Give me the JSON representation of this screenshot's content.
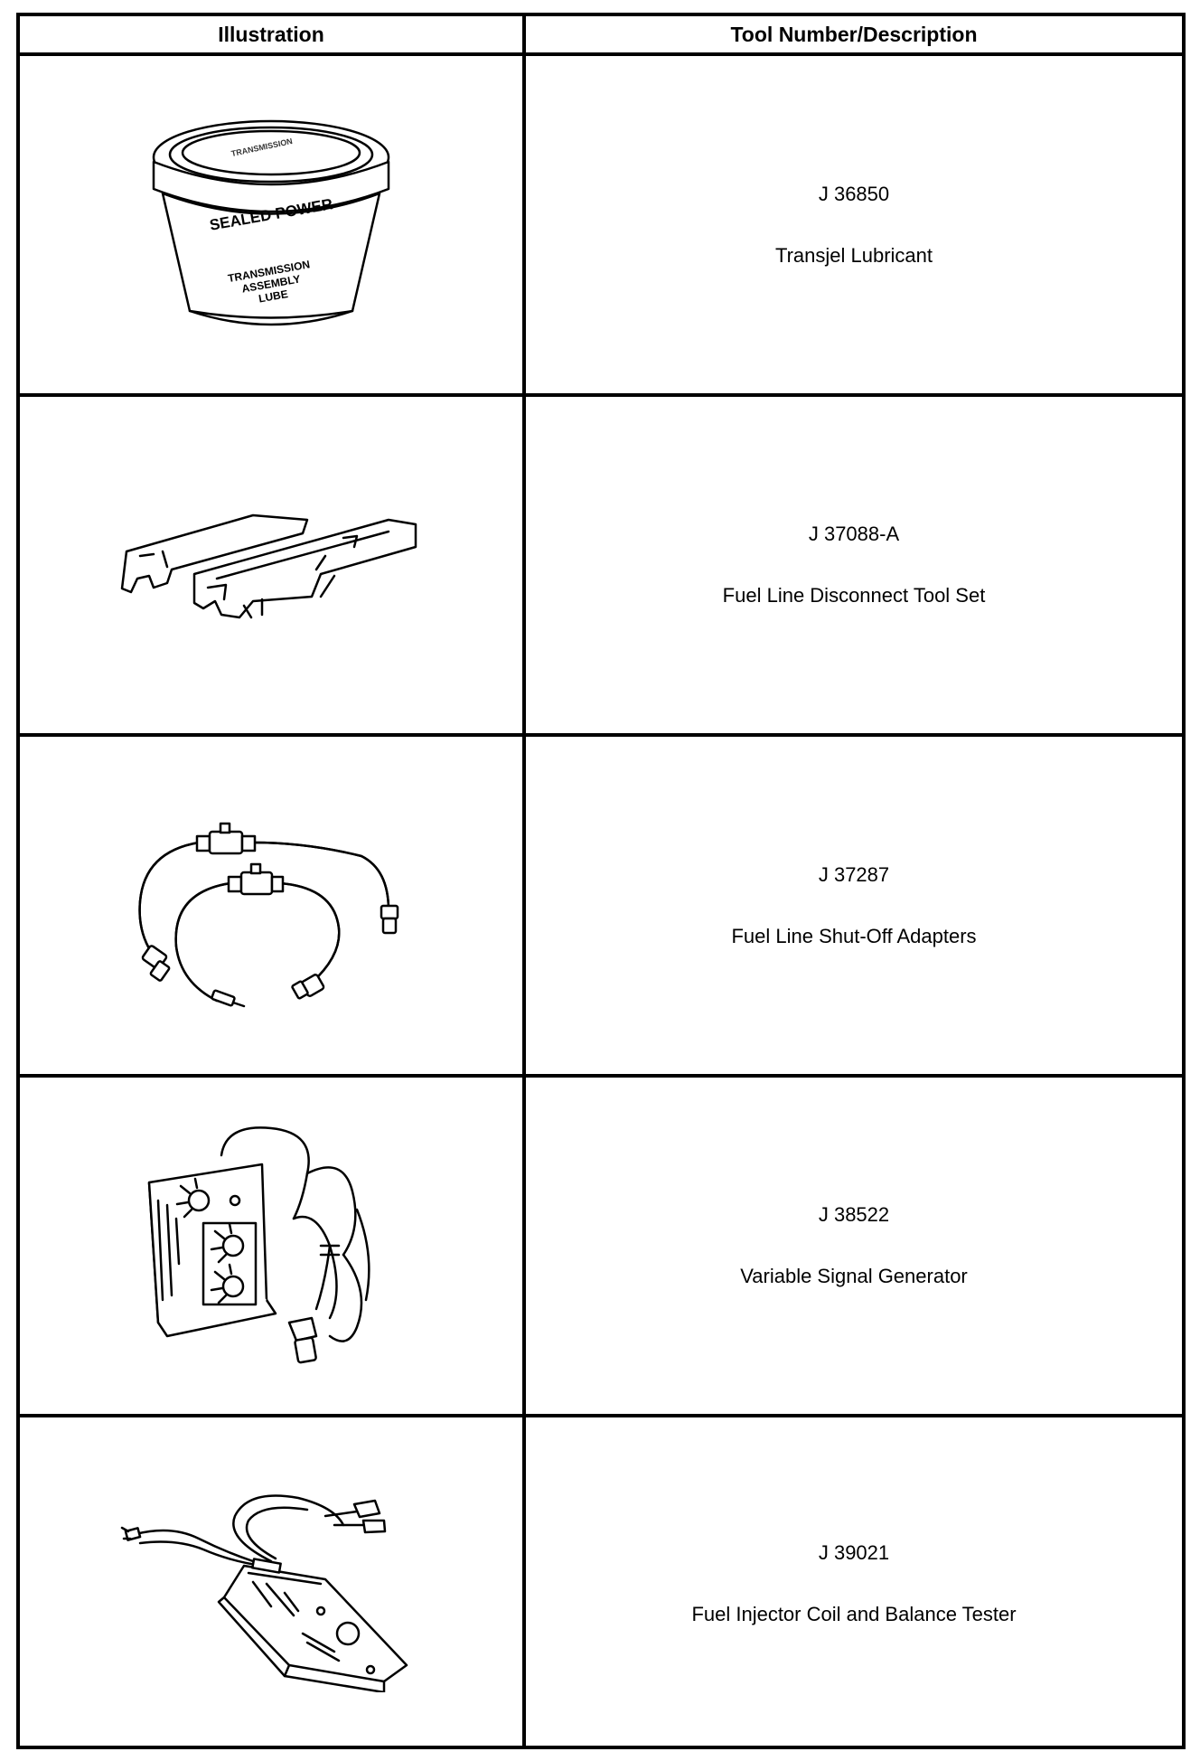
{
  "table": {
    "header": {
      "illustration": "Illustration",
      "tool": "Tool Number/Description"
    },
    "rows": [
      {
        "tool_number": "J 36850",
        "description": "Transjel Lubricant",
        "illustration_icon": "lubricant-tub-icon",
        "label_text": [
          "SEALED POWER",
          "TRANSMISSION",
          "ASSEMBLY",
          "LUBE"
        ]
      },
      {
        "tool_number": "J 37088-A",
        "description": "Fuel Line Disconnect Tool Set",
        "illustration_icon": "disconnect-tool-icon"
      },
      {
        "tool_number": "J 37287",
        "description": "Fuel Line Shut-Off Adapters",
        "illustration_icon": "shutoff-adapter-hoses-icon"
      },
      {
        "tool_number": "J 38522",
        "description": "Variable Signal Generator",
        "illustration_icon": "signal-generator-icon"
      },
      {
        "tool_number": "J 39021",
        "description": "Fuel Injector Coil and Balance Tester",
        "illustration_icon": "injector-tester-icon"
      }
    ]
  }
}
